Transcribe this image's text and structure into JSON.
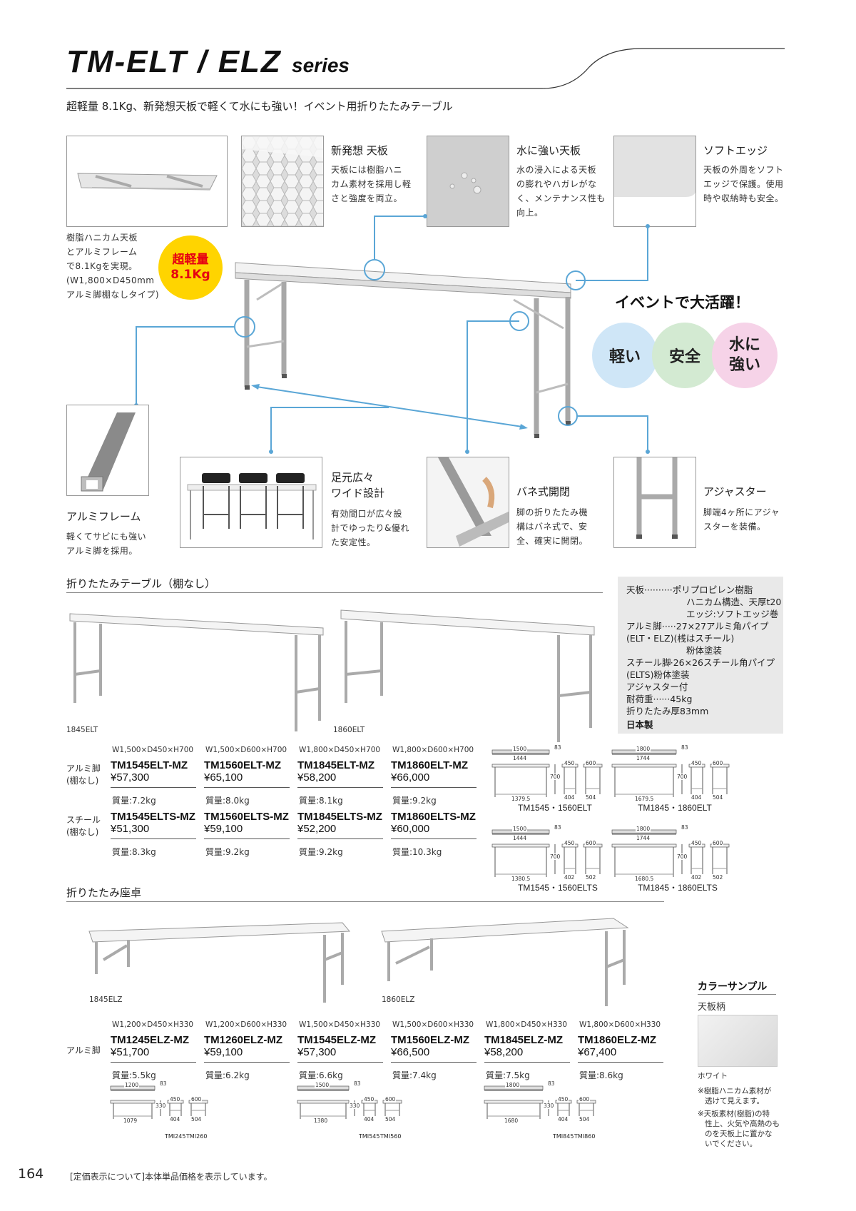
{
  "header": {
    "title_main": "TM-ELT / ELZ",
    "title_series": "series",
    "subtitle": "超軽量 8.1Kg、新発想天板で軽くて水にも強い！イベント用折りたたみテーブル"
  },
  "features": {
    "main_caption": [
      "樹脂ハニカム天板",
      "とアルミフレーム",
      "で8.1Kgを実現。",
      "(W1,800×D450mm",
      "アルミ脚棚なしタイプ)"
    ],
    "badge": [
      "超軽量",
      "8.1Kg"
    ],
    "top_panel": {
      "title": "新発想 天板",
      "desc": [
        "天板には樹脂ハニ",
        "カム素材を採用し軽",
        "さと強度を両立。"
      ]
    },
    "water": {
      "title": "水に強い天板",
      "desc": [
        "水の浸入による天板",
        "の膨れやハガレがな",
        "く、メンテナンス性も",
        "向上。"
      ]
    },
    "soft_edge": {
      "title": "ソフトエッジ",
      "desc": [
        "天板の外周をソフト",
        "エッジで保護。使用",
        "時や収納時も安全。"
      ]
    },
    "event_heading": "イベントで大活躍！",
    "event_circles": [
      "軽い",
      "安全",
      "水に強い"
    ],
    "alu_frame": {
      "title": "アルミフレーム",
      "desc": [
        "軽くてサビにも強い",
        "アルミ脚を採用。"
      ]
    },
    "wide": {
      "title": [
        "足元広々",
        "ワイド設計"
      ],
      "desc": [
        "有効間口が広々設",
        "計でゆったり&優れ",
        "た安定性。"
      ]
    },
    "spring": {
      "title": "バネ式開閉",
      "desc": [
        "脚の折りたたみ機",
        "構はバネ式で、安",
        "全、確実に開閉。"
      ]
    },
    "adjuster": {
      "title": "アジャスター",
      "desc": [
        "脚端4ヶ所にアジャ",
        "スターを装備。"
      ]
    }
  },
  "section1": {
    "heading": "折りたたみテーブル（棚なし）",
    "image_labels": [
      "1845ELT",
      "1860ELT"
    ],
    "specs": [
      [
        "天板",
        "··········ポリプロピレン樹脂"
      ],
      [
        "",
        "ハニカム構造、天厚t20"
      ],
      [
        "",
        "エッジ:ソフトエッジ巻"
      ],
      [
        "アルミ脚",
        "·····27×27アルミ角パイプ"
      ],
      [
        "(ELT・ELZ)",
        "(桟はスチール)"
      ],
      [
        "",
        "粉体塗装"
      ],
      [
        "スチール脚",
        "··26×26スチール角パイプ"
      ],
      [
        "(ELTS)",
        "粉体塗装"
      ],
      [
        "アジャスター付",
        ""
      ],
      [
        "耐荷重",
        "······45kg"
      ],
      [
        "折りたたみ厚83mm",
        ""
      ],
      [
        "日本製",
        ""
      ]
    ],
    "dims": [
      "W1,500×D450×H700",
      "W1,500×D600×H700",
      "W1,800×D450×H700",
      "W1,800×D600×H700"
    ],
    "rows": [
      {
        "label": [
          "アルミ脚",
          "(棚なし)"
        ],
        "items": [
          {
            "model": "TM1545ELT-MZ",
            "price": "¥57,300",
            "weight": "質量:7.2kg"
          },
          {
            "model": "TM1560ELT-MZ",
            "price": "¥65,100",
            "weight": "質量:8.0kg"
          },
          {
            "model": "TM1845ELT-MZ",
            "price": "¥58,200",
            "weight": "質量:8.1kg"
          },
          {
            "model": "TM1860ELT-MZ",
            "price": "¥66,000",
            "weight": "質量:9.2kg"
          }
        ]
      },
      {
        "label": [
          "スチール",
          "(棚なし)"
        ],
        "items": [
          {
            "model": "TM1545ELTS-MZ",
            "price": "¥51,300",
            "weight": "質量:8.3kg"
          },
          {
            "model": "TM1560ELTS-MZ",
            "price": "¥59,100",
            "weight": "質量:9.2kg"
          },
          {
            "model": "TM1845ELTS-MZ",
            "price": "¥52,200",
            "weight": "質量:9.2kg"
          },
          {
            "model": "TM1860ELTS-MZ",
            "price": "¥60,000",
            "weight": "質量:10.3kg"
          }
        ]
      }
    ],
    "drawings": [
      {
        "caption": "TM1545・1560ELT",
        "w": "1500",
        "inner": "1444",
        "bottom": "1379.5",
        "h": "700",
        "d1": "450",
        "d2": "600",
        "e1": "404",
        "e2": "504",
        "t": "83"
      },
      {
        "caption": "TM1845・1860ELT",
        "w": "1800",
        "inner": "1744",
        "bottom": "1679.5",
        "h": "700",
        "d1": "450",
        "d2": "600",
        "e1": "404",
        "e2": "504",
        "t": "83"
      },
      {
        "caption": "TM1545・1560ELTS",
        "w": "1500",
        "inner": "1444",
        "bottom": "1380.5",
        "h": "700",
        "d1": "450",
        "d2": "600",
        "e1": "402",
        "e2": "502",
        "t": "83"
      },
      {
        "caption": "TM1845・1860ELTS",
        "w": "1800",
        "inner": "1744",
        "bottom": "1680.5",
        "h": "700",
        "d1": "450",
        "d2": "600",
        "e1": "402",
        "e2": "502",
        "t": "83"
      }
    ]
  },
  "section2": {
    "heading": "折りたたみ座卓",
    "image_labels": [
      "1845ELZ",
      "1860ELZ"
    ],
    "dims": [
      "W1,200×D450×H330",
      "W1,200×D600×H330",
      "W1,500×D450×H330",
      "W1,500×D600×H330",
      "W1,800×D450×H330",
      "W1,800×D600×H330"
    ],
    "label": "アルミ脚",
    "items": [
      {
        "model": "TM1245ELZ-MZ",
        "price": "¥51,700",
        "weight": "質量:5.5kg"
      },
      {
        "model": "TM1260ELZ-MZ",
        "price": "¥59,100",
        "weight": "質量:6.2kg"
      },
      {
        "model": "TM1545ELZ-MZ",
        "price": "¥57,300",
        "weight": "質量:6.6kg"
      },
      {
        "model": "TM1560ELZ-MZ",
        "price": "¥66,500",
        "weight": "質量:7.4kg"
      },
      {
        "model": "TM1845ELZ-MZ",
        "price": "¥58,200",
        "weight": "質量:7.5kg"
      },
      {
        "model": "TM1860ELZ-MZ",
        "price": "¥67,400",
        "weight": "質量:8.6kg"
      }
    ],
    "drawings": [
      {
        "c1": "TMI245",
        "c2": "TMI260",
        "w": "1200",
        "bottom": "1079",
        "h": "330",
        "d1": "450",
        "d2": "600",
        "e1": "404",
        "e2": "504",
        "t": "83"
      },
      {
        "c1": "TMI545",
        "c2": "TMI560",
        "w": "1500",
        "bottom": "1380",
        "h": "330",
        "d1": "450",
        "d2": "600",
        "e1": "404",
        "e2": "504",
        "t": "83"
      },
      {
        "c1": "TMI845",
        "c2": "TMI860",
        "w": "1800",
        "bottom": "1680",
        "h": "330",
        "d1": "450",
        "d2": "600",
        "e1": "404",
        "e2": "504",
        "t": "83"
      }
    ]
  },
  "color_sample": {
    "heading": "カラーサンプル",
    "sub": "天板柄",
    "name": "ホワイト",
    "notes": [
      [
        "※樹脂ハニカム素材が",
        "透けて見えます。"
      ],
      [
        "※天板素材(樹脂)の特",
        "性上、火気や高熱のも",
        "のを天板上に置かな",
        "いでください。"
      ]
    ]
  },
  "footer": {
    "page_number": "164",
    "note": "[定価表示について]本体単品価格を表示しています。"
  },
  "colors": {
    "accent_line": "#5aa6d6",
    "badge_yellow": "#ffd400",
    "badge_red": "#e60012",
    "circle_blue": "#cfe6f7",
    "circle_green": "#d3ead2",
    "circle_pink": "#f6d3e8"
  }
}
